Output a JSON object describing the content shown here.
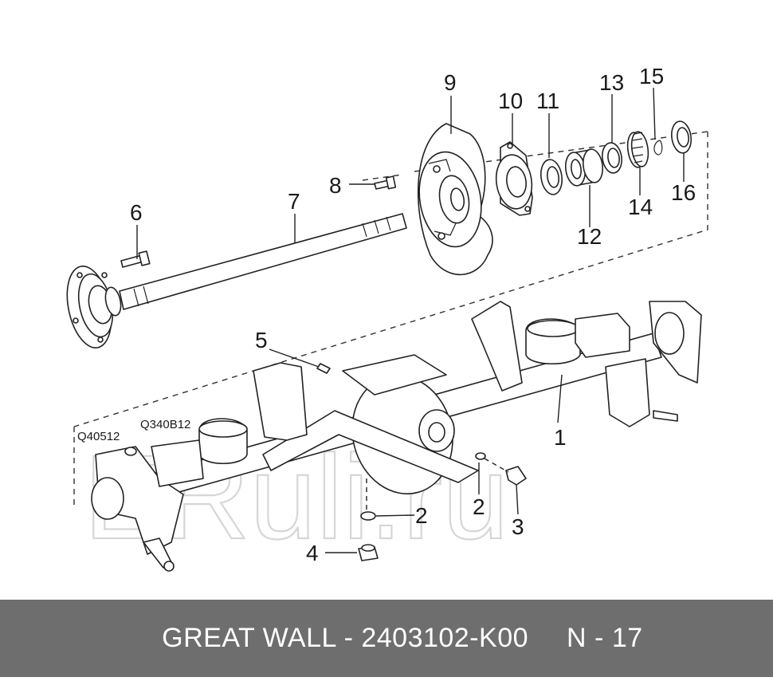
{
  "callouts": {
    "c1": "1",
    "c2a": "2",
    "c2b": "2",
    "c3": "3",
    "c4": "4",
    "c5": "5",
    "c6": "6",
    "c7": "7",
    "c8": "8",
    "c9": "9",
    "c10": "10",
    "c11": "11",
    "c12": "12",
    "c13": "13",
    "c14": "14",
    "c15": "15",
    "c16": "16"
  },
  "codes": {
    "left": "Q40512",
    "right": "Q340B12"
  },
  "watermark": "ERuli.ru",
  "footer": {
    "brand_part": "GREAT WALL - 2403102-K00",
    "page": "N - 17"
  },
  "colors": {
    "footer_bg": "#6e6e6e",
    "footer_text": "#ffffff",
    "line": "#222222",
    "watermark": "#d6d6d6"
  }
}
